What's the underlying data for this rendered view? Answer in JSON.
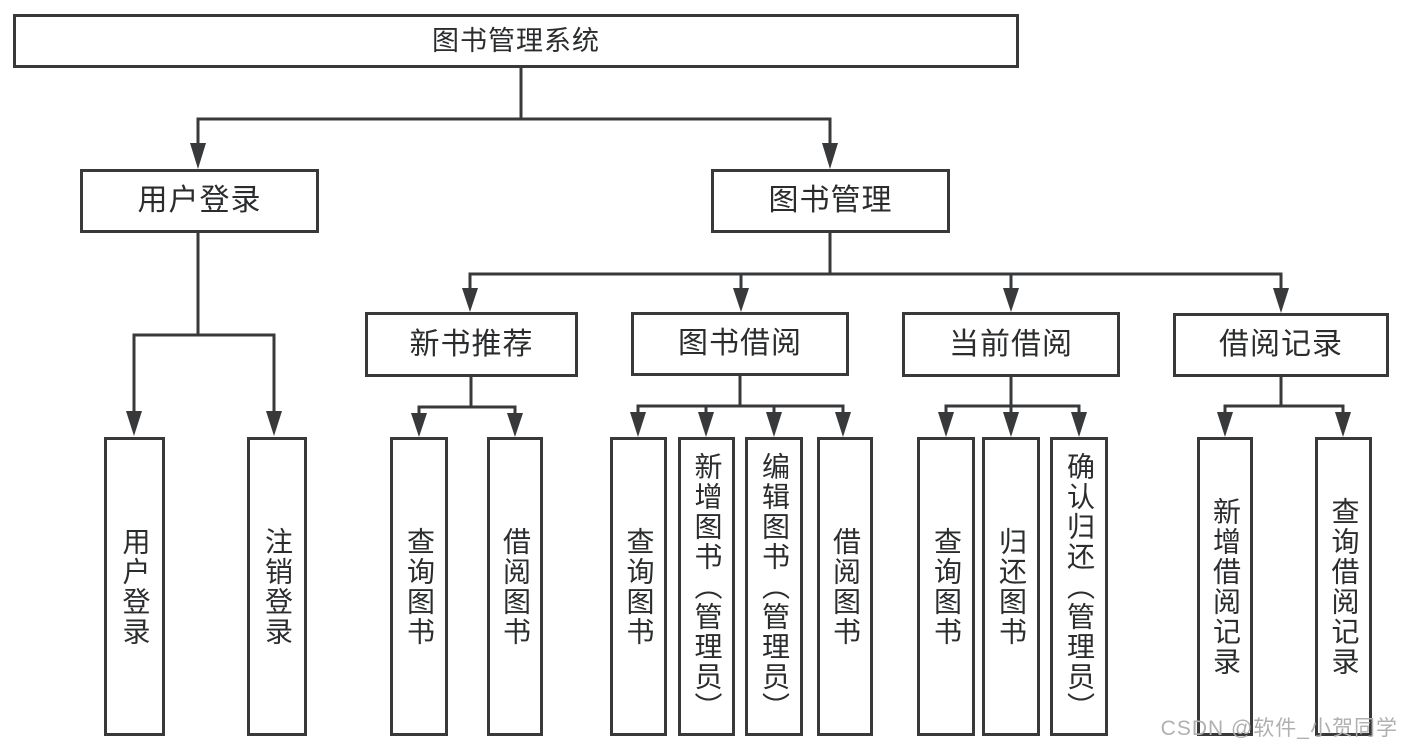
{
  "diagram": {
    "type": "tree",
    "tree": {
      "label": "图书管理系统",
      "children": [
        {
          "label": "用户登录",
          "children": [
            {
              "label": "用户登录"
            },
            {
              "label": "注销登录"
            }
          ]
        },
        {
          "label": "图书管理",
          "children": [
            {
              "label": "新书推荐",
              "children": [
                {
                  "label": "查询图书"
                },
                {
                  "label": "借阅图书"
                }
              ]
            },
            {
              "label": "图书借阅",
              "children": [
                {
                  "label": "查询图书"
                },
                {
                  "label": "新增图书（管理员）"
                },
                {
                  "label": "编辑图书（管理员）"
                },
                {
                  "label": "借阅图书"
                }
              ]
            },
            {
              "label": "当前借阅",
              "children": [
                {
                  "label": "查询图书"
                },
                {
                  "label": "归还图书"
                },
                {
                  "label": "确认归还（管理员）"
                }
              ]
            },
            {
              "label": "借阅记录",
              "children": [
                {
                  "label": "新增借阅记录"
                },
                {
                  "label": "查询借阅记录"
                }
              ]
            }
          ]
        }
      ]
    }
  },
  "watermark": {
    "text": "CSDN @软件_小贺同学"
  },
  "colors": {
    "line": "#37393b",
    "text": "#2a2c2e",
    "watermark": "#b0b0b0",
    "background": "#ffffff"
  }
}
